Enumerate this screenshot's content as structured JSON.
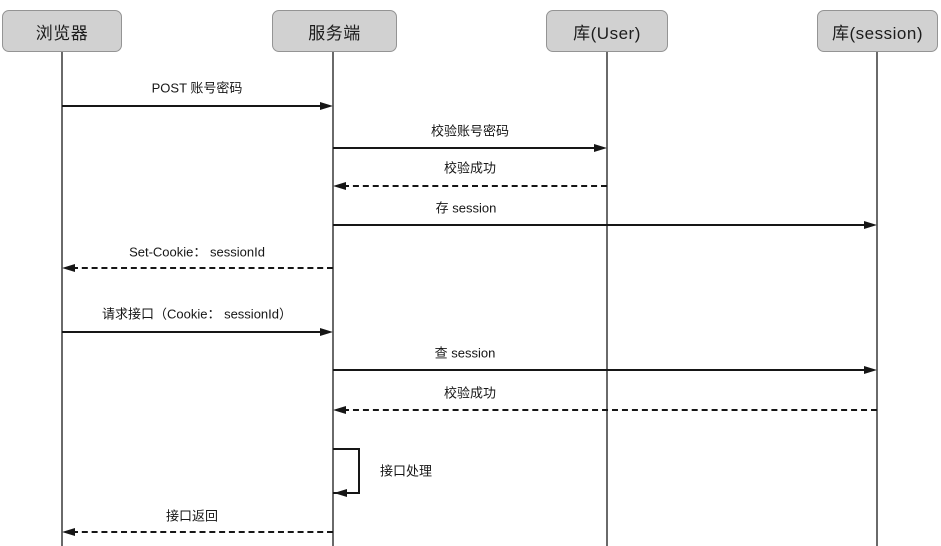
{
  "diagram": {
    "type": "sequence"
  },
  "actors": [
    {
      "id": "browser",
      "label": "浏览器"
    },
    {
      "id": "server",
      "label": "服务端"
    },
    {
      "id": "db-user",
      "label": "库(User)"
    },
    {
      "id": "db-session",
      "label": "库(session)"
    }
  ],
  "messages": [
    {
      "label": "POST 账号密码",
      "from": "浏览器",
      "to": "服务端",
      "line": "solid"
    },
    {
      "label": "校验账号密码",
      "from": "服务端",
      "to": "库(User)",
      "line": "solid"
    },
    {
      "label": "校验成功",
      "from": "库(User)",
      "to": "服务端",
      "line": "dashed"
    },
    {
      "label": "存 session",
      "from": "服务端",
      "to": "库(session)",
      "line": "solid"
    },
    {
      "label": "Set-Cookie： sessionId",
      "from": "服务端",
      "to": "浏览器",
      "line": "dashed"
    },
    {
      "label": "请求接口（Cookie： sessionId）",
      "from": "浏览器",
      "to": "服务端",
      "line": "solid"
    },
    {
      "label": "查 session",
      "from": "服务端",
      "to": "库(session)",
      "line": "solid"
    },
    {
      "label": "校验成功",
      "from": "库(session)",
      "to": "服务端",
      "line": "dashed"
    },
    {
      "label": "接口处理",
      "from": "服务端",
      "to": "服务端",
      "line": "self"
    },
    {
      "label": "接口返回",
      "from": "服务端",
      "to": "浏览器",
      "line": "dashed"
    }
  ],
  "colors": {
    "background": "#ffffff",
    "actor_fill": "#d1d1d1",
    "actor_border": "#949494",
    "line": "#161616",
    "text": "#1c1c1c"
  }
}
